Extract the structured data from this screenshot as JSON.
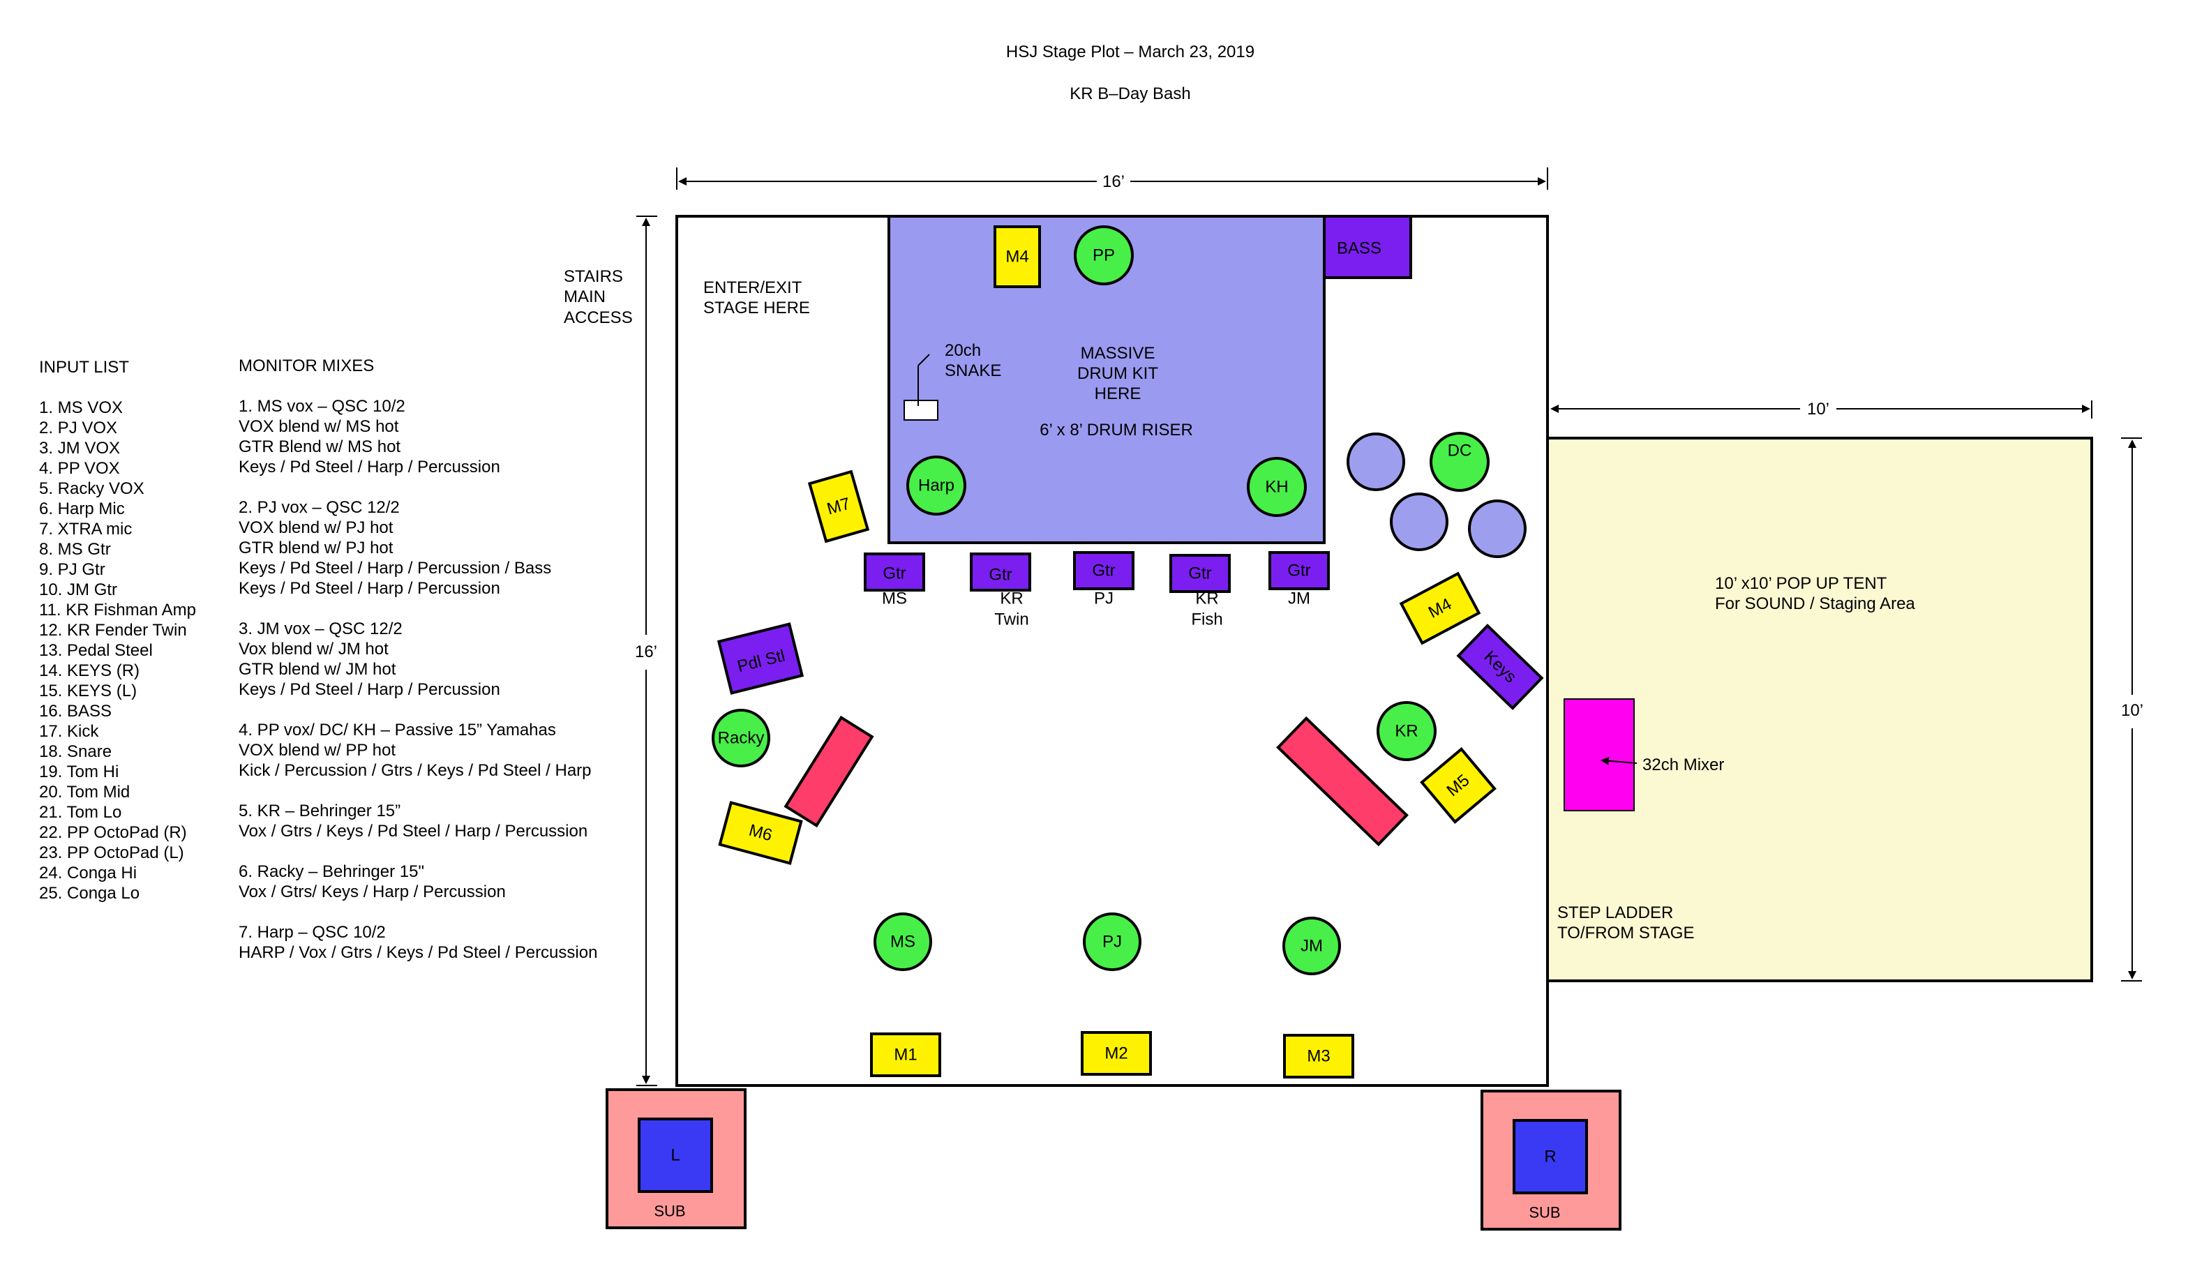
{
  "header": {
    "title": "HSJ Stage Plot – March 23, 2019",
    "subtitle": "KR B–Day Bash"
  },
  "dimensions": {
    "stage_width": "16’",
    "stage_depth": "16’",
    "tent_width": "10’",
    "tent_depth": "10’"
  },
  "notes": {
    "stairs": [
      "STAIRS",
      "MAIN",
      "ACCESS"
    ],
    "enter_exit": [
      "ENTER/EXIT",
      "STAGE HERE"
    ],
    "riser": [
      "MASSIVE",
      "DRUM KIT",
      "HERE"
    ],
    "riser_size": "6’ x 8’ DRUM RISER",
    "snake": [
      "20ch",
      "SNAKE"
    ],
    "tent": [
      "10’ x10’ POP UP TENT",
      "For SOUND / Staging Area"
    ],
    "ladder": [
      "STEP LADDER",
      "TO/FROM STAGE"
    ],
    "mixer": "32ch Mixer"
  },
  "input_list": {
    "heading": "INPUT LIST",
    "items": [
      "1. MS VOX",
      "2. PJ VOX",
      "3. JM VOX",
      "4. PP VOX",
      "5. Racky VOX",
      "6. Harp Mic",
      "7. XTRA mic",
      "8. MS Gtr",
      "9. PJ Gtr",
      "10. JM Gtr",
      "11. KR Fishman Amp",
      "12. KR Fender Twin",
      "13. Pedal Steel",
      "14. KEYS (R)",
      "15. KEYS (L)",
      "16. BASS",
      "17. Kick",
      "18. Snare",
      "19. Tom Hi",
      "20. Tom Mid",
      "21. Tom Lo",
      "22. PP OctoPad (R)",
      "23. PP OctoPad (L)",
      "24. Conga Hi",
      "25. Conga Lo"
    ]
  },
  "monitor_mixes": {
    "heading": "MONITOR MIXES",
    "lines": [
      "1. MS vox – QSC 10/2",
      "VOX blend w/ MS hot",
      "GTR Blend w/ MS hot",
      "Keys / Pd Steel / Harp / Percussion",
      "",
      "2. PJ vox  – QSC 12/2",
      "VOX blend w/ PJ hot",
      "GTR blend w/ PJ hot",
      "Keys / Pd Steel / Harp / Percussion / Bass",
      "Keys / Pd Steel / Harp / Percussion",
      "",
      "3. JM vox – QSC 12/2",
      "Vox blend w/ JM hot",
      "GTR blend w/ JM hot",
      "Keys / Pd Steel / Harp / Percussion",
      "",
      "4. PP vox/ DC/ KH – Passive 15” Yamahas",
      "VOX blend w/ PP hot",
      "Kick / Percussion / Gtrs / Keys / Pd Steel / Harp",
      "",
      "5. KR  – Behringer 15”",
      "Vox / Gtrs / Keys / Pd Steel / Harp / Percussion",
      "",
      "6. Racky – Behringer 15\"",
      "Vox / Gtrs/ Keys / Harp / Percussion",
      "",
      "7. Harp – QSC 10/2",
      "HARP / Vox / Gtrs / Keys / Pd Steel / Percussion"
    ]
  },
  "players": [
    "PP",
    "Harp",
    "KH",
    "DC",
    "KR",
    "Racky",
    "MS",
    "PJ",
    "JM"
  ],
  "monitors": [
    "M1",
    "M2",
    "M3",
    "M4",
    "M4",
    "M5",
    "M6",
    "M7"
  ],
  "amps": {
    "bass": "BASS",
    "keys": "Keys",
    "pedal_steel": "Pdl Stl",
    "gtr": "Gtr",
    "gtr_labels": [
      [
        "MS"
      ],
      [
        "KR",
        "Twin"
      ],
      [
        "PJ"
      ],
      [
        "KR",
        "Fish"
      ],
      [
        "JM"
      ]
    ]
  },
  "subs": {
    "left": "L",
    "right": "R",
    "label": "SUB"
  },
  "colors": {
    "riser": "#9A9AF0",
    "tent": "#FBF9D2",
    "player": "#48EF48",
    "monitor": "#FFF200",
    "amp": "#7B1FF0",
    "side_fill": "#FF3D6B",
    "conga": "#9E9EEE",
    "mixer": "#FF00F0",
    "sub_outer": "#FF9A9A",
    "sub_inner": "#3A3AF5"
  }
}
